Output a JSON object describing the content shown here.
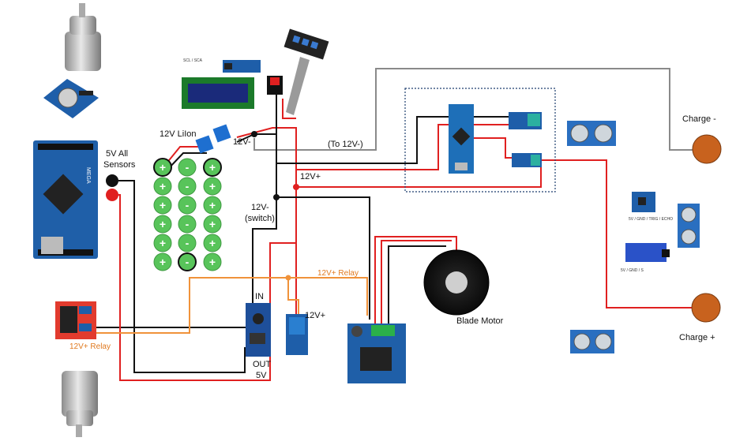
{
  "colors": {
    "wire_red": "#e02020",
    "wire_black": "#111111",
    "wire_gray": "#8a8a8a",
    "wire_orange": "#f0923a",
    "board_blue": "#1f5fa8",
    "cell_green": "#58c45a",
    "charge_terminal": "#c8621e"
  },
  "labels": {
    "sensors_5v": "5V All",
    "sensors_5v_2": "Sensors",
    "battery": "12V LiIon",
    "v12_minus_top": "12V-",
    "to_12v_minus": "(To 12V-)",
    "v12_plus_mid": "12V+",
    "v12_minus_switch": "12V-",
    "switch": "(switch)",
    "relay_12v_plus_top": "12V+ Relay",
    "relay_12v_plus_left": "12V+ Relay",
    "relay_12v_plus": "12V+",
    "converter_in": "IN",
    "converter_out": "OUT",
    "converter_5v": "5V",
    "blade_motor": "Blade Motor",
    "charge_minus": "Charge -",
    "charge_plus": "Charge +",
    "lcd_pins": "SCL / SCA",
    "sensor_pins_1": "5V / GND / TRIG / ECHO",
    "sensor_pins_2": "5V / GND / S",
    "mega_brand": "MEGA",
    "cell_plus": "+",
    "cell_minus": "-"
  },
  "icons": {
    "gear_motor": "gear-motor-icon",
    "rtc_module": "rtc-module-icon",
    "arduino_mega": "arduino-mega-icon",
    "motor_driver": "motor-driver-icon",
    "lcd_display": "lcd-display-icon",
    "rocker_switch": "rocker-switch-icon",
    "keypad": "keypad-icon",
    "arduino_nano": "arduino-nano-icon",
    "ultrasonic_sensor": "ultrasonic-sensor-icon",
    "buck_converter": "buck-converter-icon",
    "relay_module": "relay-module-icon",
    "bts_driver": "bts-driver-icon",
    "blade_motor": "blade-motor-icon"
  }
}
